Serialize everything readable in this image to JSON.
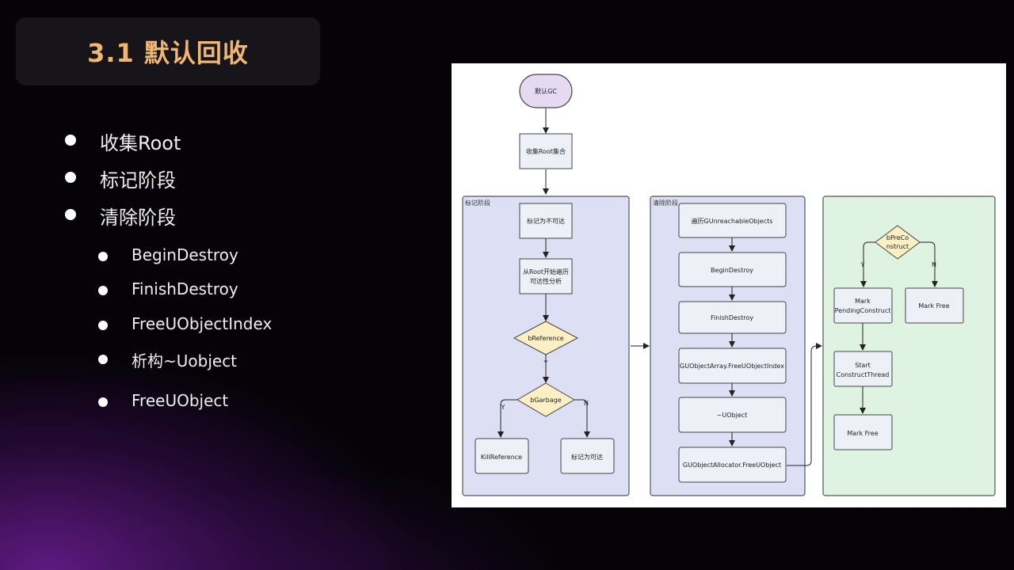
{
  "slide": {
    "title": "3.1 默认回收"
  },
  "bullets": [
    {
      "level": 1,
      "text": "收集Root"
    },
    {
      "level": 1,
      "text": "标记阶段"
    },
    {
      "level": 1,
      "text": "清除阶段"
    },
    {
      "level": 2,
      "text": "BeginDestroy"
    },
    {
      "level": 2,
      "text": "FinishDestroy"
    },
    {
      "level": 2,
      "text": "FreeUObjectIndex"
    },
    {
      "level": 2,
      "text": "析构~Uobject"
    },
    {
      "level": 2,
      "text": "FreeUObject"
    }
  ],
  "diagram": {
    "colors": {
      "lane_mark": "#dde0f4",
      "lane_clear": "#dde0f4",
      "lane_thread": "#dff3e2",
      "start_node": "#e6d9f2",
      "decision": "#fcefc4",
      "process": "#eef0f8"
    },
    "start": "默认GC",
    "collect_root": "收集Root集合",
    "lanes": {
      "mark": "标记阶段",
      "clear": "清除阶段"
    },
    "mark_nodes": {
      "mark_unreachable": "标记为不可达",
      "traverse": [
        "从Root开始遍历",
        "可达性分析"
      ],
      "b_reference": "bReference",
      "b_reference_yes": "Y",
      "b_garbage": "bGarbage",
      "b_garbage_yes": "Y",
      "b_garbage_no": "N",
      "kill_reference": "KillReference",
      "mark_reachable": "标记为可达"
    },
    "clear_nodes": [
      "遍历GUnreachableObjects",
      "BeginDestroy",
      "FinishDestroy",
      "GUObjectArray.FreeUObjectIndex",
      "~UObject",
      "GUObjectAllocator.FreeUObject"
    ],
    "thread_nodes": {
      "b_pre_construct": [
        "bPreCo",
        "nstruct"
      ],
      "yes": "Y",
      "no": "N",
      "mark_pending": [
        "Mark",
        "PendingConstruct"
      ],
      "mark_free_right": "Mark Free",
      "start_thread": [
        "Start",
        "ConstructThread"
      ],
      "mark_free": "Mark Free"
    }
  }
}
